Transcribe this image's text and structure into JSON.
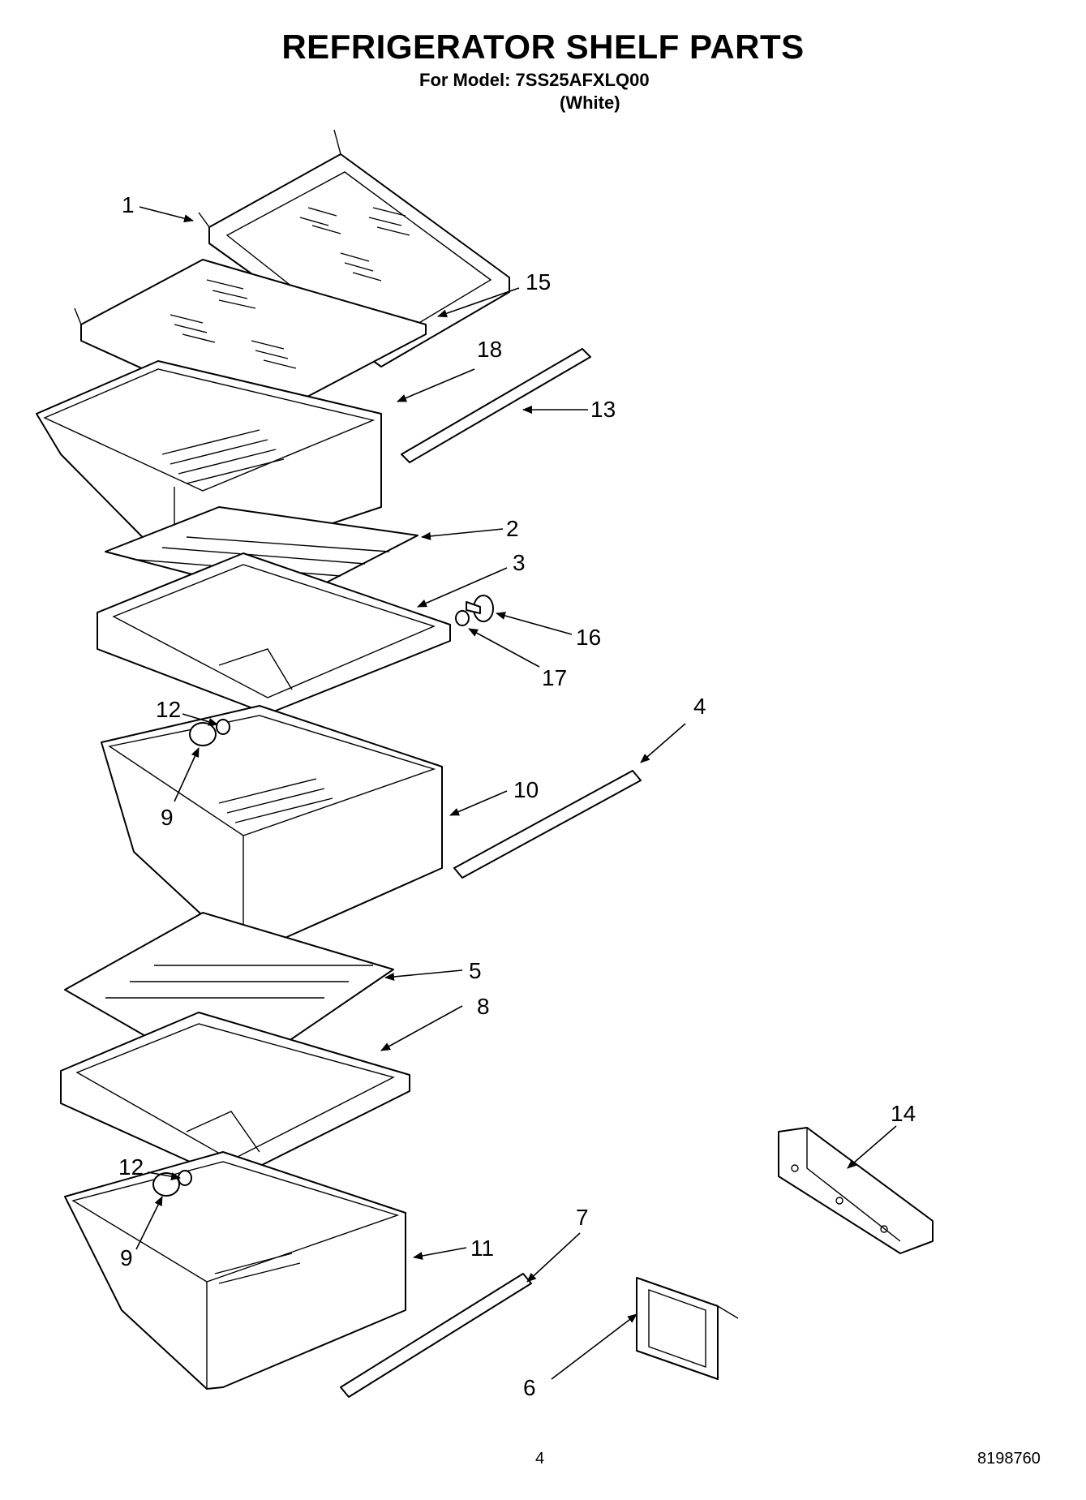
{
  "header": {
    "title": "REFRIGERATOR SHELF PARTS",
    "model_line": "For Model: 7SS25AFXLQ00",
    "color_line": "(White)"
  },
  "footer": {
    "page_number": "4",
    "document_number": "8198760"
  },
  "callouts": [
    "1",
    "15",
    "18",
    "13",
    "2",
    "3",
    "16",
    "17",
    "4",
    "12",
    "9",
    "10",
    "5",
    "8",
    "14",
    "12",
    "9",
    "11",
    "7",
    "6"
  ],
  "colors": {
    "ink": "#000000",
    "paper": "#ffffff"
  }
}
